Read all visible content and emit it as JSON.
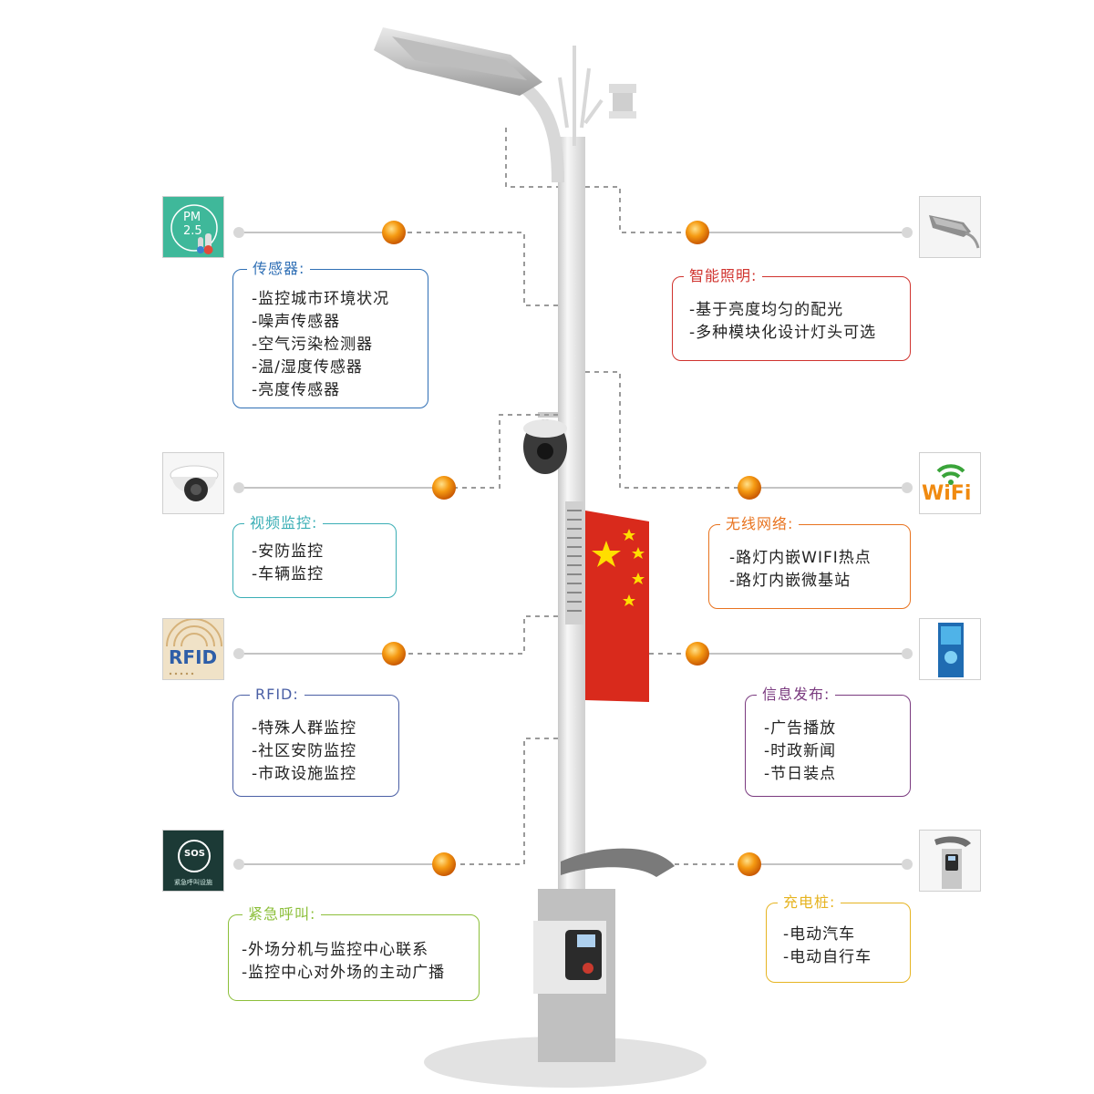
{
  "panels": {
    "sensor": {
      "title": "传感器:",
      "color": "#2f6fb5",
      "icon": "pm25-thermometer-icon",
      "icon_text": [
        "PM",
        "2.5"
      ],
      "items": [
        "-监控城市环境状况",
        "-噪声传感器",
        "-空气污染检测器",
        "-温/湿度传感器",
        "-亮度传感器"
      ]
    },
    "lighting": {
      "title": "智能照明:",
      "color": "#d0332e",
      "icon": "street-lamp-head-icon",
      "items": [
        "-基于亮度均匀的配光",
        "-多种模块化设计灯头可选"
      ]
    },
    "video": {
      "title": "视频监控:",
      "color": "#3aaeb5",
      "icon": "dome-camera-icon",
      "items": [
        "-安防监控",
        "-车辆监控"
      ]
    },
    "wireless": {
      "title": "无线网络:",
      "color": "#e8731f",
      "icon": "wifi-icon",
      "icon_text": "WiFi",
      "items": [
        "-路灯内嵌WIFI热点",
        "-路灯内嵌微基站"
      ]
    },
    "rfid": {
      "title": "RFID:",
      "color": "#4a5fa5",
      "icon": "rfid-icon",
      "icon_text": "RFID",
      "items": [
        "-特殊人群监控",
        "-社区安防监控",
        "-市政设施监控"
      ]
    },
    "info": {
      "title": "信息发布:",
      "color": "#7a3a7f",
      "icon": "info-screen-icon",
      "items": [
        "-广告播放",
        "-时政新闻",
        "-节日装点"
      ]
    },
    "emergency": {
      "title": "紧急呼叫:",
      "color": "#8cbf3a",
      "icon": "sos-call-icon",
      "icon_text": [
        "SOS",
        "紧急呼叫设施"
      ],
      "items": [
        "-外场分机与监控中心联系",
        "-监控中心对外场的主动广播"
      ]
    },
    "charging": {
      "title": "充电桩:",
      "color": "#e6b422",
      "icon": "charging-pile-icon",
      "items": [
        "-电动汽车",
        "-电动自行车"
      ]
    }
  },
  "colors": {
    "pole": "#e6e6e6",
    "connector_dot": "#f08a10",
    "connector_line": "#bdbdbd",
    "dashed_line": "#9a9a9a",
    "banner_red": "#d92a1c",
    "banner_star": "#ffde00"
  }
}
